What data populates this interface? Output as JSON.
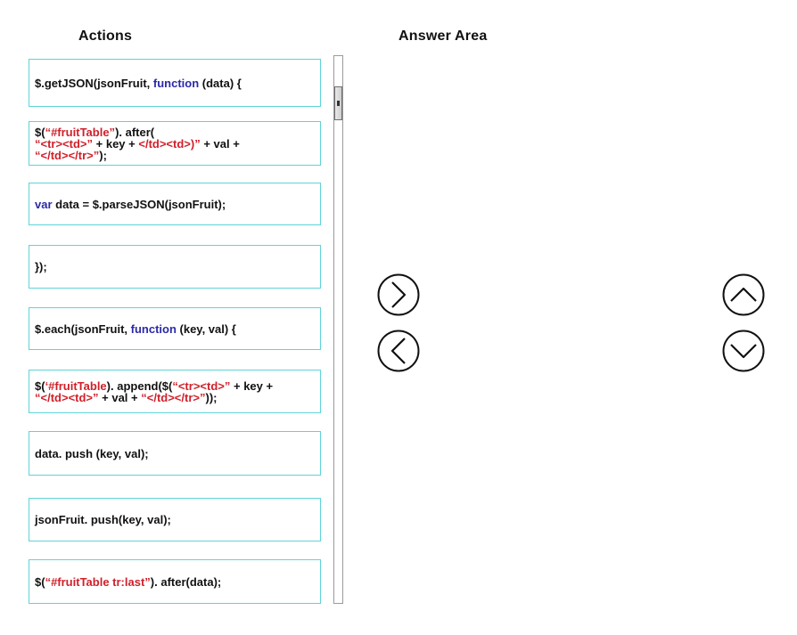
{
  "headings": {
    "actions": "Actions",
    "answer_area": "Answer Area"
  },
  "actions": [
    {
      "lines": [
        [
          {
            "t": "$.getJSON(jsonFruit, "
          },
          {
            "t": "function",
            "c": "kw"
          },
          {
            "t": " (data) {"
          }
        ]
      ]
    },
    {
      "lines": [
        [
          {
            "t": "$("
          },
          {
            "t": "“#fruitTable”",
            "c": "str"
          },
          {
            "t": "). after("
          }
        ],
        [
          {
            "t": "“<tr><td>”",
            "c": "str"
          },
          {
            "t": " + key + "
          },
          {
            "t": "</td><td>)”",
            "c": "str"
          },
          {
            "t": " + val +"
          }
        ],
        [
          {
            "t": "“</td></tr>”",
            "c": "str"
          },
          {
            "t": ");"
          }
        ]
      ]
    },
    {
      "lines": [
        [
          {
            "t": "var",
            "c": "kw"
          },
          {
            "t": " data = $.parseJSON(jsonFruit);"
          }
        ]
      ]
    },
    {
      "lines": [
        [
          {
            "t": "});"
          }
        ]
      ]
    },
    {
      "lines": [
        [
          {
            "t": "$.each(jsonFruit, "
          },
          {
            "t": "function",
            "c": "kw"
          },
          {
            "t": " (key, val) {"
          }
        ]
      ]
    },
    {
      "lines": [
        [
          {
            "t": "$("
          },
          {
            "t": "‘#fruitTable",
            "c": "str"
          },
          {
            "t": "). append($("
          },
          {
            "t": "“<tr><td>”",
            "c": "str"
          },
          {
            "t": " + key +"
          }
        ],
        [
          {
            "t": "“</td><td>”",
            "c": "str"
          },
          {
            "t": " + val + "
          },
          {
            "t": "“</td></tr>”",
            "c": "str"
          },
          {
            "t": "));"
          }
        ]
      ]
    },
    {
      "lines": [
        [
          {
            "t": "data. push (key, val);"
          }
        ]
      ]
    },
    {
      "lines": [
        [
          {
            "t": "jsonFruit. push(key, val);"
          }
        ]
      ]
    },
    {
      "lines": [
        [
          {
            "t": "$("
          },
          {
            "t": "“#fruitTable tr:last”",
            "c": "str"
          },
          {
            "t": "). after(data);"
          }
        ]
      ]
    }
  ],
  "icons": {
    "move_right": "chevron-right-icon",
    "move_left": "chevron-left-icon",
    "move_up": "chevron-up-icon",
    "move_down": "chevron-down-icon"
  },
  "colors": {
    "card_border": "#5fd3d8",
    "keyword": "#2a2aa8",
    "string": "#d0202a"
  }
}
